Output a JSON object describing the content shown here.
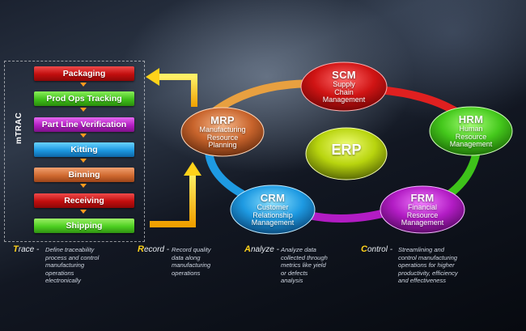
{
  "mtrac_label": "mTRAC",
  "steps": [
    {
      "label": "Packaging",
      "color": "#d61b1b"
    },
    {
      "label": "Prod Ops Tracking",
      "color": "#3fbf1a"
    },
    {
      "label": "Part Line Verification",
      "color": "#b31ec3"
    },
    {
      "label": "Kitting",
      "color": "#1c98e0"
    },
    {
      "label": "Binning",
      "color": "#d06a30"
    },
    {
      "label": "Receiving",
      "color": "#c10e0e"
    },
    {
      "label": "Shipping",
      "color": "#4ccf20"
    }
  ],
  "center": "ERP",
  "nodes": {
    "scm": {
      "abbr": "SCM",
      "full": "Supply\nChain\nManagement"
    },
    "hrm": {
      "abbr": "HRM",
      "full": "Human\nResource\nManagement"
    },
    "frm": {
      "abbr": "FRM",
      "full": "Financial\nResource\nManagement"
    },
    "crm": {
      "abbr": "CRM",
      "full": "Customer\nRelationship\nManagement"
    },
    "mrp": {
      "abbr": "MRP",
      "full": "Manufacturing\nResource\nPlanning"
    }
  },
  "captions": {
    "trace": {
      "first": "T",
      "rest": "race -",
      "text": "Define traceability\nprocess and control\nmanufacturing\noperations\nelectronically"
    },
    "record": {
      "first": "R",
      "rest": "ecord -",
      "text": "Record quality\ndata along\nmanufacturing\noperations"
    },
    "analyze": {
      "first": "A",
      "rest": "nalyze -",
      "text": "Analyze data\ncollected through\nmetrics like yield\nor defects\nanalysis"
    },
    "control": {
      "first": "C",
      "rest": "ontrol -",
      "text": "Streamlining and\ncontrol manufacturing\noperations for higher\nproductivity, efficiency\nand effectiveness"
    }
  },
  "colors": {
    "accent_arrow": "#ffd21a",
    "caption_initial": "#ffd21a"
  }
}
